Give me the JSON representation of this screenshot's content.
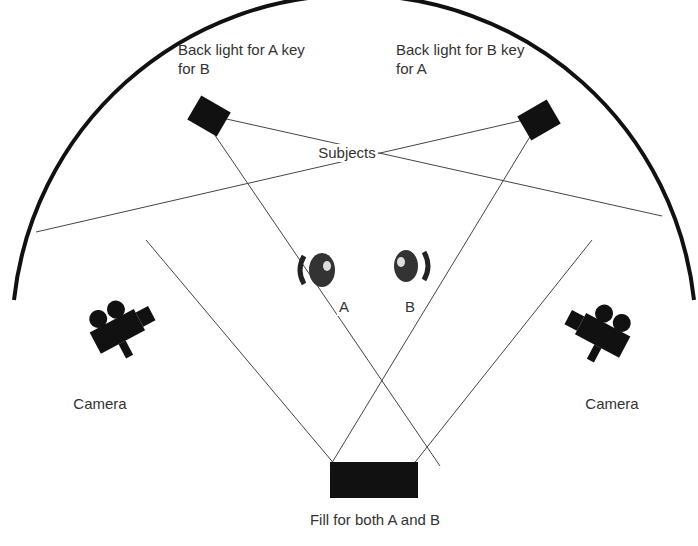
{
  "diagram": {
    "nodes": [
      {
        "text": [
          "Back light for A key for B"
        ]
      },
      {
        "text": [
          "Back light for B key for A"
        ]
      },
      {
        "text": [
          "Fill for both A and B"
        ]
      }
    ],
    "labels": [
      "Subjects",
      "A",
      "B",
      "Camera",
      "Camera"
    ]
  }
}
